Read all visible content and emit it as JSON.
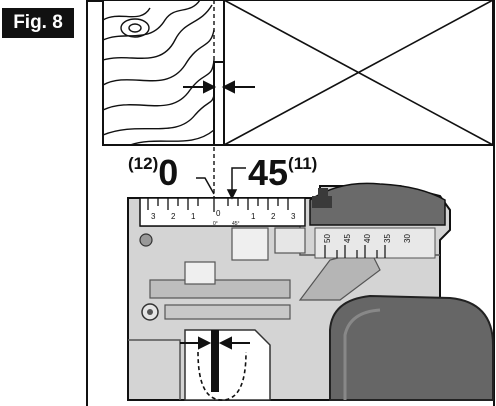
{
  "figure_label": "Fig. 8",
  "callouts": [
    {
      "ref": "(12)",
      "value": "0"
    },
    {
      "ref": "45",
      "value": "(11)"
    }
  ],
  "scale_left": {
    "numbers": [
      "3",
      "2",
      "1",
      "0",
      "1",
      "2",
      "3"
    ]
  },
  "scale_markers": [
    "0°",
    "45°"
  ],
  "scale_right": {
    "numbers": [
      "50",
      "45",
      "40",
      "35",
      "30"
    ]
  },
  "colors": {
    "line": "#111111",
    "background": "#ffffff",
    "machine_fill": "#cfcfcf",
    "machine_dark": "#8c8c8c",
    "knob": "#666666"
  }
}
